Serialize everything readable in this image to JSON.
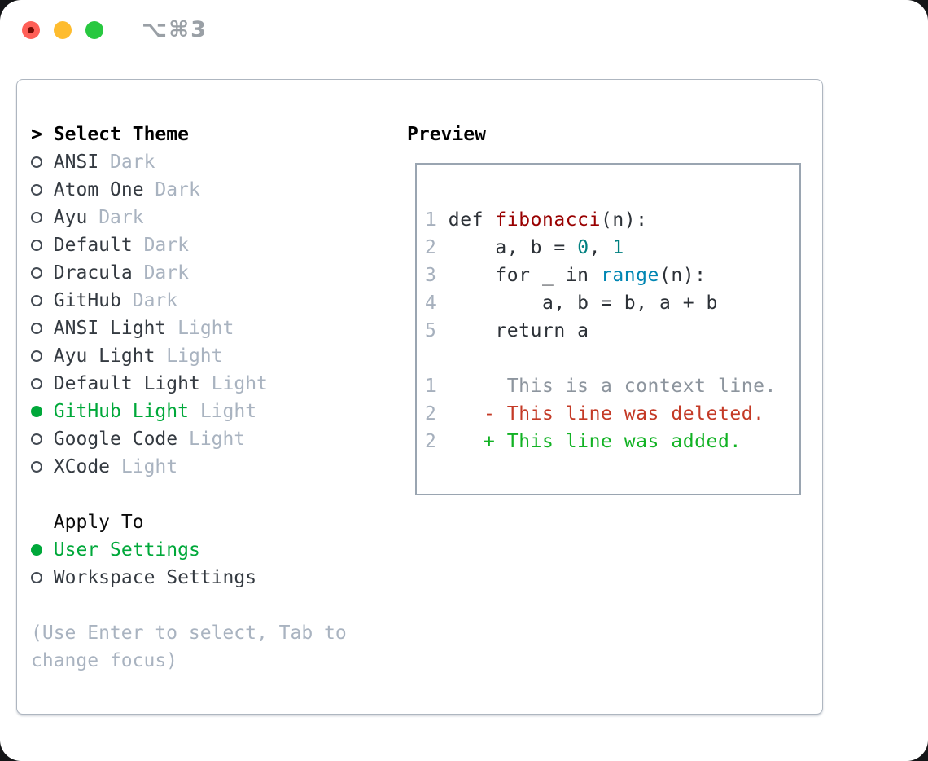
{
  "window": {
    "title": "⌥⌘3"
  },
  "colors": {
    "accent_green": "#00a83a",
    "diff_added": "#12b224",
    "diff_deleted": "#c43a26",
    "function_red": "#990000",
    "number_teal": "#008080",
    "builtin_blue": "#0086b3",
    "muted_gray": "#a9b3c0",
    "traffic_red": "#ff5f57",
    "traffic_yellow": "#febc2e",
    "traffic_green": "#28c840"
  },
  "theme_panel": {
    "prompt": ">",
    "header": "Select Theme",
    "items": [
      {
        "name": "ANSI",
        "variant": "Dark",
        "selected": false
      },
      {
        "name": "Atom One",
        "variant": "Dark",
        "selected": false
      },
      {
        "name": "Ayu",
        "variant": "Dark",
        "selected": false
      },
      {
        "name": "Default",
        "variant": "Dark",
        "selected": false
      },
      {
        "name": "Dracula",
        "variant": "Dark",
        "selected": false
      },
      {
        "name": "GitHub",
        "variant": "Dark",
        "selected": false
      },
      {
        "name": "ANSI Light",
        "variant": "Light",
        "selected": false
      },
      {
        "name": "Ayu Light",
        "variant": "Light",
        "selected": false
      },
      {
        "name": "Default Light",
        "variant": "Light",
        "selected": false
      },
      {
        "name": "GitHub Light",
        "variant": "Light",
        "selected": true
      },
      {
        "name": "Google Code",
        "variant": "Light",
        "selected": false
      },
      {
        "name": "XCode",
        "variant": "Light",
        "selected": false
      }
    ],
    "apply_to": {
      "title": "Apply To",
      "options": [
        {
          "label": "User Settings",
          "selected": true
        },
        {
          "label": "Workspace Settings",
          "selected": false
        }
      ]
    },
    "hint_lines": [
      "(Use Enter to select, Tab to",
      "change focus)"
    ]
  },
  "preview": {
    "title": "Preview",
    "code_lines": [
      [
        {
          "t": "1",
          "c": "ln"
        },
        {
          "t": " def ",
          "c": "pl"
        },
        {
          "t": "fibonacci",
          "c": "fn"
        },
        {
          "t": "(n):",
          "c": "pl"
        }
      ],
      [
        {
          "t": "2",
          "c": "ln"
        },
        {
          "t": "     a, b = ",
          "c": "pl"
        },
        {
          "t": "0",
          "c": "num"
        },
        {
          "t": ", ",
          "c": "pl"
        },
        {
          "t": "1",
          "c": "num"
        }
      ],
      [
        {
          "t": "3",
          "c": "ln"
        },
        {
          "t": "     for _ in ",
          "c": "pl"
        },
        {
          "t": "range",
          "c": "bi"
        },
        {
          "t": "(n):",
          "c": "pl"
        }
      ],
      [
        {
          "t": "4",
          "c": "ln"
        },
        {
          "t": "         a, b = b, a + b",
          "c": "pl"
        }
      ],
      [
        {
          "t": "5",
          "c": "ln"
        },
        {
          "t": "     return a",
          "c": "pl"
        }
      ],
      [],
      [
        {
          "t": "1",
          "c": "ln"
        },
        {
          "t": "      This is a context line.",
          "c": "ctx"
        }
      ],
      [
        {
          "t": "2",
          "c": "ln"
        },
        {
          "t": "    ",
          "c": "pl"
        },
        {
          "t": "- This line was deleted.",
          "c": "del"
        }
      ],
      [
        {
          "t": "2",
          "c": "ln"
        },
        {
          "t": "    ",
          "c": "pl"
        },
        {
          "t": "+ This line was added.",
          "c": "add"
        }
      ]
    ]
  }
}
